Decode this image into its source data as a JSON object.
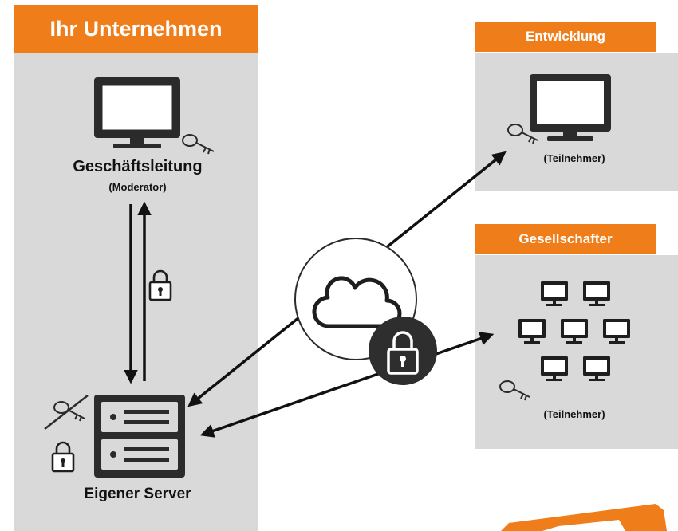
{
  "company": {
    "title": "Ihr Unternehmen",
    "management_label": "Geschäftsleitung",
    "management_role": "(Moderator)",
    "server_label": "Eigener Server"
  },
  "development": {
    "title": "Entwicklung",
    "participant_label": "(Teilnehmer)"
  },
  "shareholders": {
    "title": "Gesellschafter",
    "participant_label": "(Teilnehmer)"
  },
  "colors": {
    "accent": "#ef7d1a",
    "panel": "#d9d9d9",
    "icon_dark": "#2b2b2b"
  },
  "icons": [
    "monitor-icon",
    "key-icon",
    "crossed-key-icon",
    "lock-icon",
    "server-icon",
    "cloud-icon"
  ]
}
